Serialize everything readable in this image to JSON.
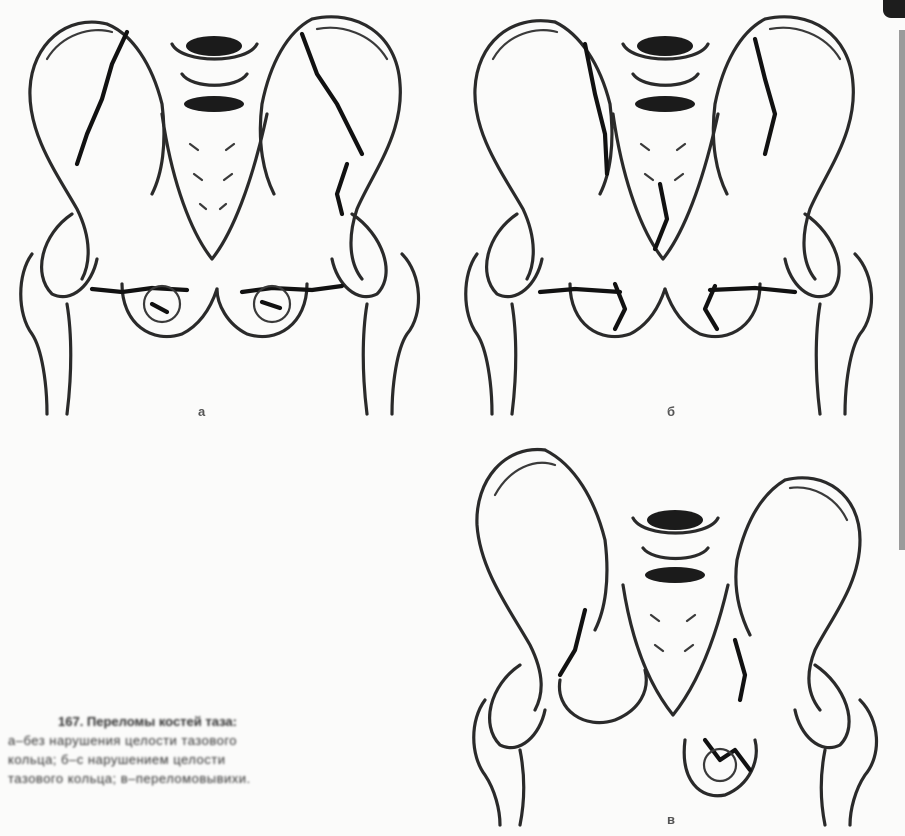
{
  "figures": [
    {
      "id": "a",
      "label": "а"
    },
    {
      "id": "b",
      "label": "б"
    },
    {
      "id": "c",
      "label": "в"
    }
  ],
  "caption": {
    "title": "167. Переломы костей таза:",
    "lines": [
      "а–без нарушения целости тазового",
      "кольца; б–с нарушением целости",
      "тазового кольца; в–переломовывихи."
    ]
  },
  "colors": {
    "ink": "#2a2a2a",
    "background": "#fbfbfa"
  }
}
